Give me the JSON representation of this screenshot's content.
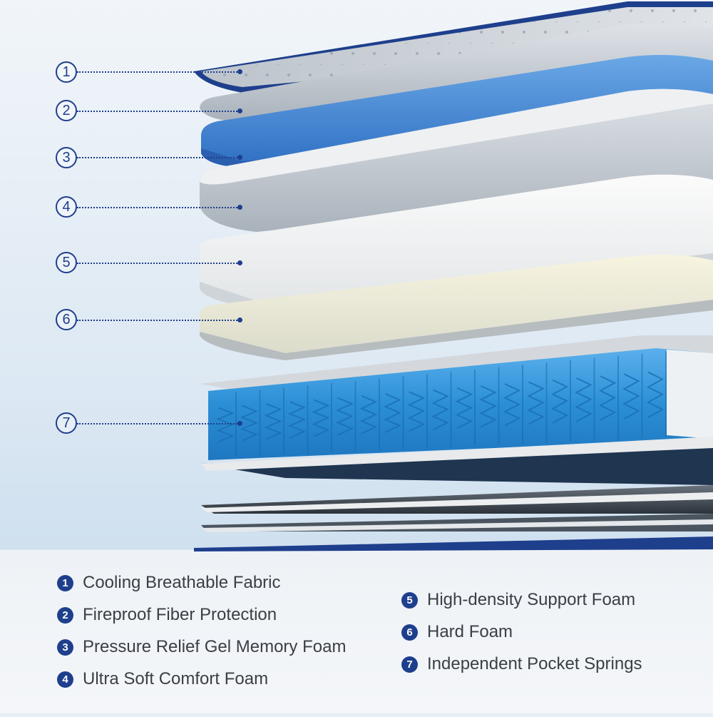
{
  "colors": {
    "accent": "#1e3f8c",
    "spring_blue": "#2b8fd6",
    "memory_foam_blue": "#4f94dc",
    "background": "#e6eef6"
  },
  "layers": [
    {
      "number": "1",
      "label": "Cooling Breathable Fabric"
    },
    {
      "number": "2",
      "label": "Fireproof Fiber Protection"
    },
    {
      "number": "3",
      "label": "Pressure Relief Gel Memory Foam"
    },
    {
      "number": "4",
      "label": "Ultra Soft Comfort Foam"
    },
    {
      "number": "5",
      "label": "High-density Support Foam"
    },
    {
      "number": "6",
      "label": "Hard Foam"
    },
    {
      "number": "7",
      "label": "Independent Pocket Springs"
    }
  ]
}
